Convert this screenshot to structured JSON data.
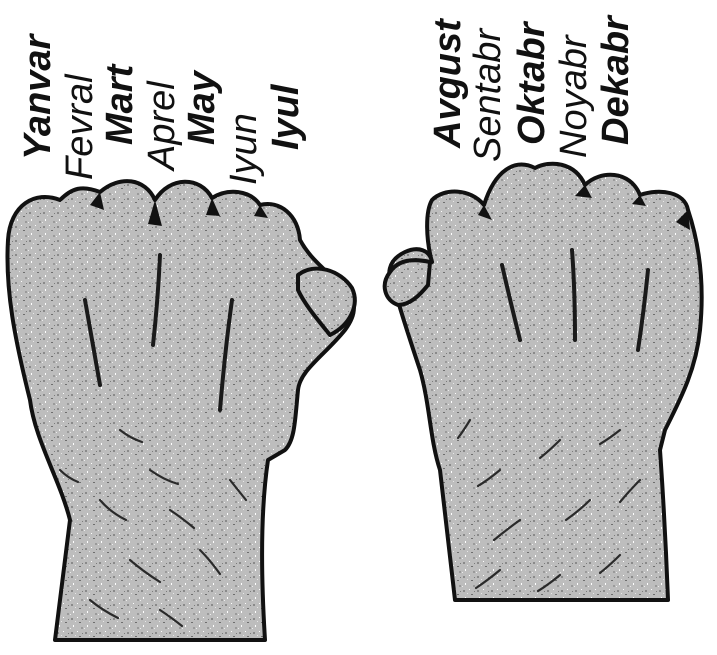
{
  "diagram": {
    "left_hand": {
      "months": [
        {
          "label": "Yanvar",
          "style": "bold"
        },
        {
          "label": "Fevral",
          "style": "light"
        },
        {
          "label": "Mart",
          "style": "bold"
        },
        {
          "label": "Aprel",
          "style": "light"
        },
        {
          "label": "May",
          "style": "bold"
        },
        {
          "label": "Iyun",
          "style": "light"
        },
        {
          "label": "Iyul",
          "style": "bold"
        }
      ]
    },
    "right_hand": {
      "months": [
        {
          "label": "Avgust",
          "style": "bold"
        },
        {
          "label": "Sentabr",
          "style": "light"
        },
        {
          "label": "Oktabr",
          "style": "bold"
        },
        {
          "label": "Noyabr",
          "style": "light"
        },
        {
          "label": "Dekabr",
          "style": "bold"
        }
      ]
    },
    "colors": {
      "fist_fill": "#b8b8b8",
      "outline": "#111111",
      "text": "#111111",
      "background": "#ffffff"
    }
  }
}
